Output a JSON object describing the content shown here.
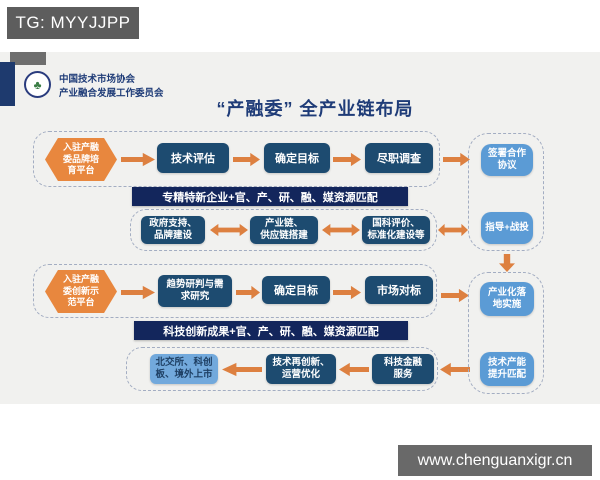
{
  "watermark_top": "TG: MYYJJPP",
  "watermark_bottom": "www.chenguanxigr.cn",
  "header": {
    "org_name_line1": "中国技术市场协会",
    "org_name_line2": "产业融合发展工作委员会",
    "logo_glyph": "♣",
    "title": "“产融委” 全产业链布局"
  },
  "diagram": {
    "row1": {
      "entry": "入驻产融\n委品牌培\n育平台",
      "step1": "技术评估",
      "step2": "确定目标",
      "step3": "尽职调查"
    },
    "banner1": "专精特新企业+官、产、研、融、媒资源匹配",
    "row2": {
      "step1": "政府支持、\n品牌建设",
      "step2": "产业链、\n供应链搭建",
      "step3": "国科评价、\n标准化建设等"
    },
    "row3": {
      "entry": "入驻产融\n委创新示\n范平台",
      "step1": "趋势研判与需\n求研究",
      "step2": "确定目标",
      "step3": "市场对标"
    },
    "banner2": "科技创新成果+官、产、研、融、媒资源匹配",
    "row4": {
      "step1": "北交所、科创\n板、境外上市",
      "step2": "技术再创新、\n运营优化",
      "step3": "科技金融\n服务"
    },
    "right_column": {
      "box1": "签署合作\n协议",
      "box2": "指导+战投",
      "box3": "产业化落\n地实施",
      "box4": "技术产能\n提升匹配"
    }
  },
  "colors": {
    "orange": "#dd8040",
    "hexagon_orange": "#e8873e",
    "dark_box_blue": "#1d4b70",
    "banner_navy": "#13265c",
    "light_blue": "#5b9bd5",
    "title_navy": "#1f3c78",
    "slide_bg": "#f1f1ef",
    "watermark_gray": "#5d5d5d"
  }
}
